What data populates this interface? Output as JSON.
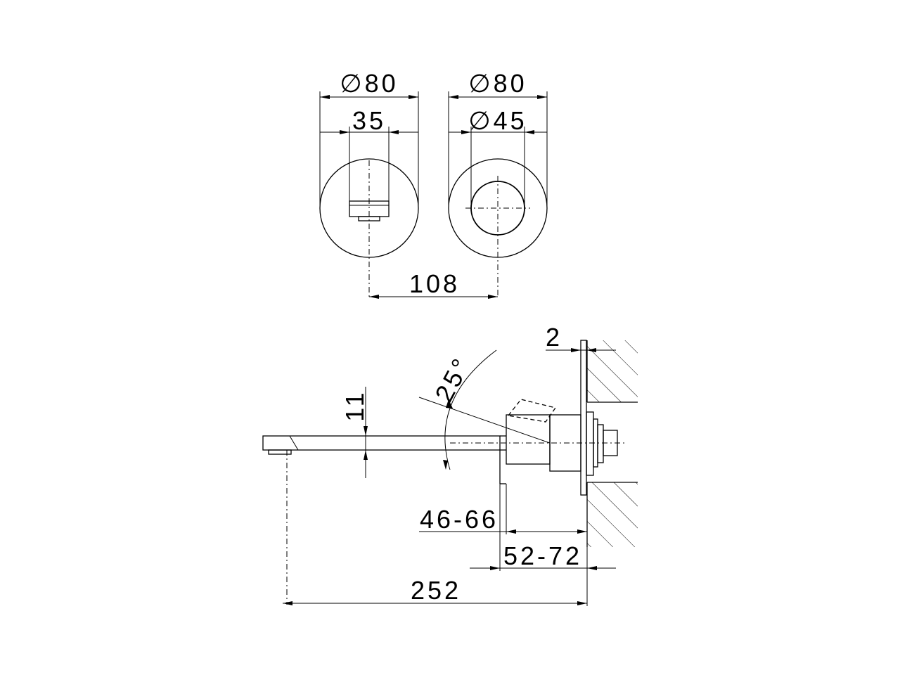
{
  "colors": {
    "line": "#000000",
    "background": "#ffffff"
  },
  "front_view": {
    "outlet_plate": {
      "diameter_label": "∅80",
      "spout_width_label": "35"
    },
    "handle_plate": {
      "diameter_label": "∅80",
      "handle_diameter_label": "∅45"
    },
    "center_distance_label": "108"
  },
  "side_view": {
    "wall_gap_label": "2",
    "rotation_angle_label": "25°",
    "spout_height_label": "11",
    "handle_projection_label": "46-66",
    "body_projection_label": "52-72",
    "spout_projection_label": "252"
  }
}
